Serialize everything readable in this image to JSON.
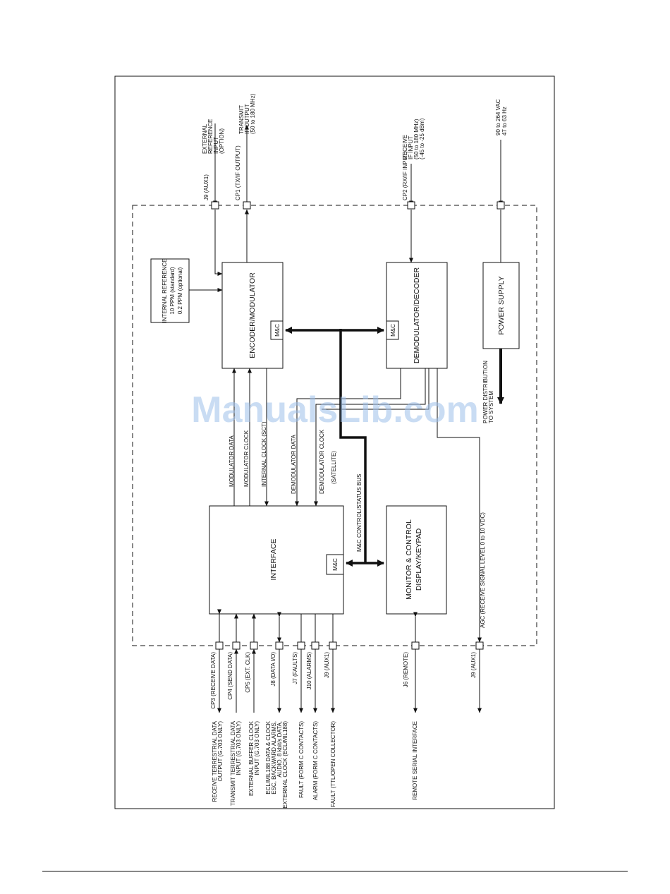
{
  "blocks": {
    "encoder": "ENCODER/MODULATOR",
    "demodulator": "DEMODULATOR/DECODER",
    "power_supply": "POWER  SUPPLY",
    "interface": "INTERFACE",
    "monitor_1": "MONITOR & CONTROL",
    "monitor_2": "DISPLAY/KEYPAD",
    "mc": "M&C"
  },
  "internal_reference": [
    "INTERNAL REFERENCE",
    "10  PPM   (standard)",
    "0.2 PPM   (optional)"
  ],
  "top_ports": {
    "j9_aux1": "J9  (AUX1)",
    "cp1": "CP1  (TX/IF OUTPUT)",
    "cp2": "CP2  (RX/IF INPUT)"
  },
  "top_signals": {
    "ext_ref": [
      "EXTERNAL",
      "REFERENCE",
      "INPUT",
      "(OPTION)"
    ],
    "transmit": [
      "TRANSMIT",
      "IF-OUTPUT",
      "(50  to  180 MHz)"
    ],
    "receive": [
      "RECEIVE",
      "IF INPUT",
      "(50  to  180 MHz)",
      "(-45 to -25 dBm)"
    ],
    "power": [
      "90  to  264 VAC",
      "47  to  63  Hz"
    ]
  },
  "data_signals": {
    "modulator_data": "MODULATOR  DATA",
    "modulator_clock": "MODULATOR  CLOCK",
    "internal_clock": "INTERNAL CLOCK  (SCT)",
    "demodulator_data": "DEMODULATOR  DATA",
    "demodulator_clock": "DEMODULATOR  CLOCK",
    "satellite": "(SATELLITE)",
    "mc_bus": "M&C CONTROL/STATUS  BUS",
    "power_dist": [
      "POWER DISTRIBUTION",
      "TO SYSTEM"
    ],
    "agc": "AGC  (RECEIVE SIGNAL LEVEL 0 to 10 VDC)"
  },
  "bottom_ports": [
    {
      "port": "CP3  (RECEIVE DATA)",
      "desc": [
        "RECEIVE  TERRESTRIAL  DATA",
        "OUTPUT (G.703 ONLY)"
      ]
    },
    {
      "port": "CP4   (SEND DATA)",
      "desc": [
        "TRANSMIT  TERRESTRIAL DATA",
        "INPUT  (G.703 ONLY)"
      ]
    },
    {
      "port": "CP5  (EXT. CLK)",
      "desc": [
        "EXTERNAL BUFFER   CLOCK",
        "INPUT (G.703 ONLY)"
      ]
    },
    {
      "port": "J8  (DATA  I/O)",
      "desc": [
        "ECL/MIL188  DATA  &  CLOCK",
        "ESC, BACKWARD ALARMS,",
        "AUDIO, 8 kbit/s DATA,",
        "EXTERNAL CLOCK (ECL/MIL188)"
      ]
    },
    {
      "port": "J7 (FAULTS)",
      "desc": [
        "FAULT (FORM  C  CONTACTS)"
      ]
    },
    {
      "port": "J10 (ALARMS)",
      "desc": [
        "ALARM (FORM C  CONTACTS)"
      ]
    },
    {
      "port": "J9  (AUX1)",
      "desc": [
        "FAULT (TTL/OPEN COLLECTOR)"
      ]
    }
  ],
  "remote": {
    "port": "J6  (REMOTE)",
    "desc": "REMOTE   SERIAL INTERFACE"
  },
  "agc_port": "J9  (AUX1)",
  "watermark": "ManualsLib.com"
}
